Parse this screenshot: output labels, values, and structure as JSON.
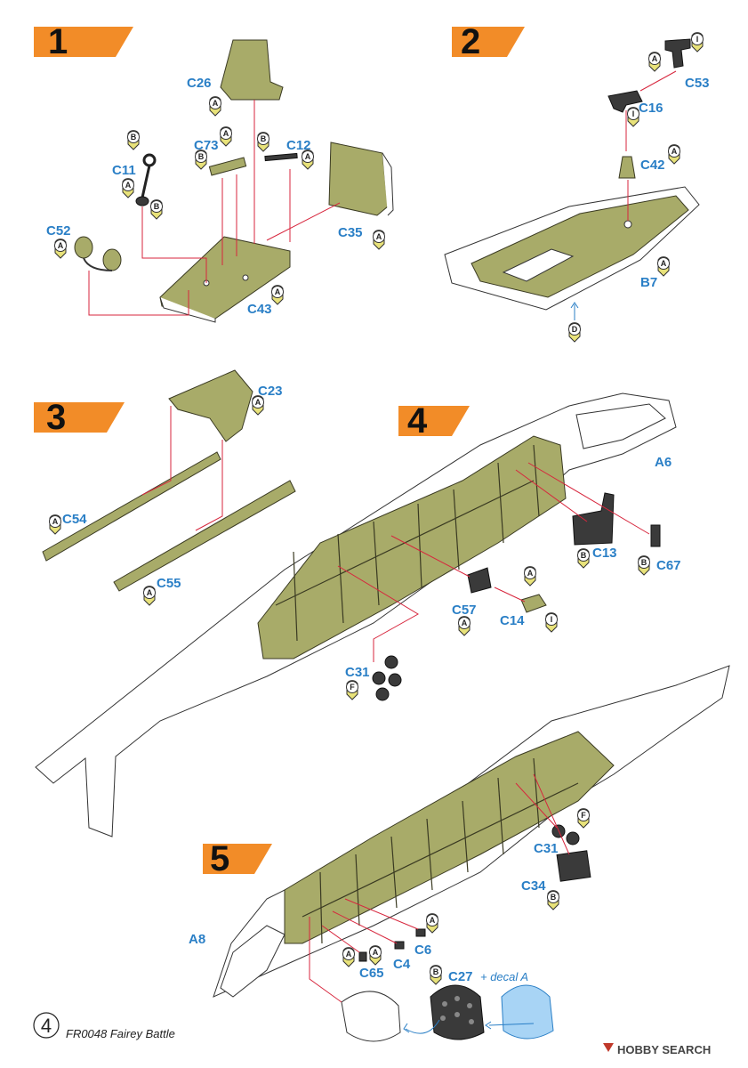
{
  "steps": [
    {
      "number": "1",
      "color": "#f28c28"
    },
    {
      "number": "2",
      "color": "#f28c28"
    },
    {
      "number": "3",
      "color": "#f28c28"
    },
    {
      "number": "4",
      "color": "#f28c28"
    },
    {
      "number": "5",
      "color": "#f28c28"
    }
  ],
  "step1": {
    "parts": [
      "C26",
      "C73",
      "C12",
      "C11",
      "C35",
      "C52",
      "C43"
    ],
    "sprues": {
      "c26": "A",
      "c73a": "A",
      "c73b": "B",
      "c12a": "B",
      "c12b": "A",
      "c11a": "B",
      "c11b": "A",
      "c11c": "B",
      "c35": "A",
      "c52": "A",
      "c43": "A"
    }
  },
  "step2": {
    "parts": [
      "C53",
      "C16",
      "C42",
      "B7"
    ],
    "sprues": {
      "c53a": "I",
      "c53b": "A",
      "c16": "I",
      "c42": "A",
      "b7": "A",
      "b7d": "D"
    }
  },
  "step3": {
    "parts": [
      "C23",
      "C54",
      "C55"
    ],
    "sprues": {
      "c23": "A",
      "c54": "A",
      "c55": "A"
    }
  },
  "step4": {
    "parts": [
      "A6",
      "C13",
      "C67",
      "C57",
      "C14",
      "C31"
    ],
    "sprues": {
      "c13": "B",
      "c67": "B",
      "c57": "A",
      "c14a": "A",
      "c14b": "I",
      "c31": "F"
    }
  },
  "step5": {
    "parts": [
      "C31",
      "C34",
      "A8",
      "C6",
      "C4",
      "C65",
      "C27"
    ],
    "decal_note": "+ decal A",
    "sprues": {
      "c31": "F",
      "c34": "B",
      "c6": "A",
      "c4": "A",
      "c65": "A",
      "c27": "B"
    }
  },
  "footer": {
    "page_number": "4",
    "text": "FR0048 Fairey Battle"
  },
  "watermark": {
    "text": "HOBBY SEARCH"
  },
  "colors": {
    "badge": "#f28c28",
    "part_label": "#2a7fc6",
    "arrow": "#d7263d",
    "interior": "#a8ab69"
  },
  "icons": [
    "sprue-tag-icon",
    "hobbysearch-logo-icon",
    "blue-arrow-icon"
  ]
}
